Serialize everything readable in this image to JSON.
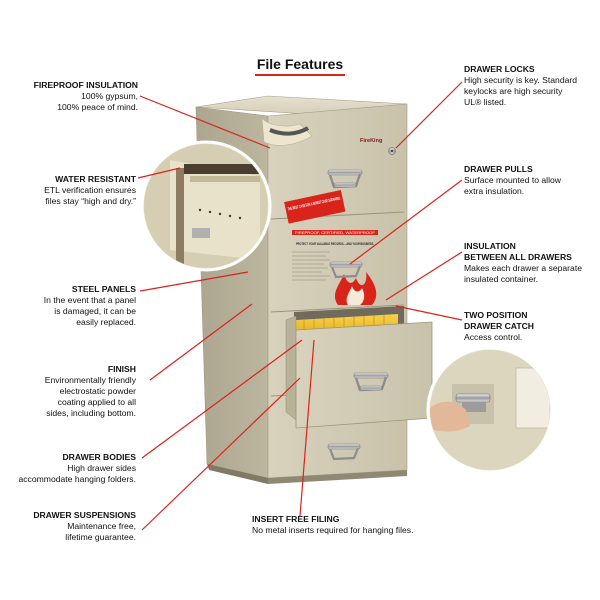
{
  "title": "File Features",
  "colors": {
    "leader": "#d9241b",
    "cabinet": "#cfc8b2",
    "accent": "#d9241b"
  },
  "cabinet_labels": {
    "brand": "FireKing",
    "badge": "THE BEST CASE FOR A WORST CASE SCENARIO.",
    "strip": "FIREPROOF, CERTIFIED, WATERPROOF",
    "protect": "PROTECT YOUR VALUABLE RECORDS....AND YOUR BUSINESS."
  },
  "features": {
    "fireproof_insulation": {
      "heading": "FIREPROOF INSULATION",
      "line1": "100% gypsum,",
      "line2": "100% peace of mind."
    },
    "water_resistant": {
      "heading": "WATER RESISTANT",
      "line1": "ETL verification ensures",
      "line2": "files stay “high and dry.”"
    },
    "steel_panels": {
      "heading": "STEEL PANELS",
      "line1": "In the event that a panel",
      "line2": "is damaged, it can be",
      "line3": "easily replaced."
    },
    "finish": {
      "heading": "FINISH",
      "line1": "Environmentally friendly",
      "line2": "electrostatic powder",
      "line3": "coating applied to all",
      "line4": "sides, including bottom."
    },
    "drawer_bodies": {
      "heading": "DRAWER BODIES",
      "line1": "High drawer sides",
      "line2": "accommodate hanging folders."
    },
    "drawer_suspensions": {
      "heading": "DRAWER SUSPENSIONS",
      "line1": "Maintenance free,",
      "line2": "lifetime guarantee."
    },
    "drawer_locks": {
      "heading": "DRAWER LOCKS",
      "line1": "High security is key. Standard",
      "line2": "keylocks are high security",
      "line3": "UL® listed."
    },
    "drawer_pulls": {
      "heading": "DRAWER PULLS",
      "line1": "Surface mounted to allow",
      "line2": "extra insulation."
    },
    "insulation_between": {
      "heading1": "INSULATION",
      "heading2": "BETWEEN ALL DRAWERS",
      "line1": "Makes each drawer a separate",
      "line2": "insulated container."
    },
    "two_position": {
      "heading1": "TWO POSITION",
      "heading2": "DRAWER CATCH",
      "line1": "Access control."
    },
    "insert_free": {
      "heading": "INSERT FREE FILING",
      "line1": "No metal inserts required for hanging files."
    }
  }
}
